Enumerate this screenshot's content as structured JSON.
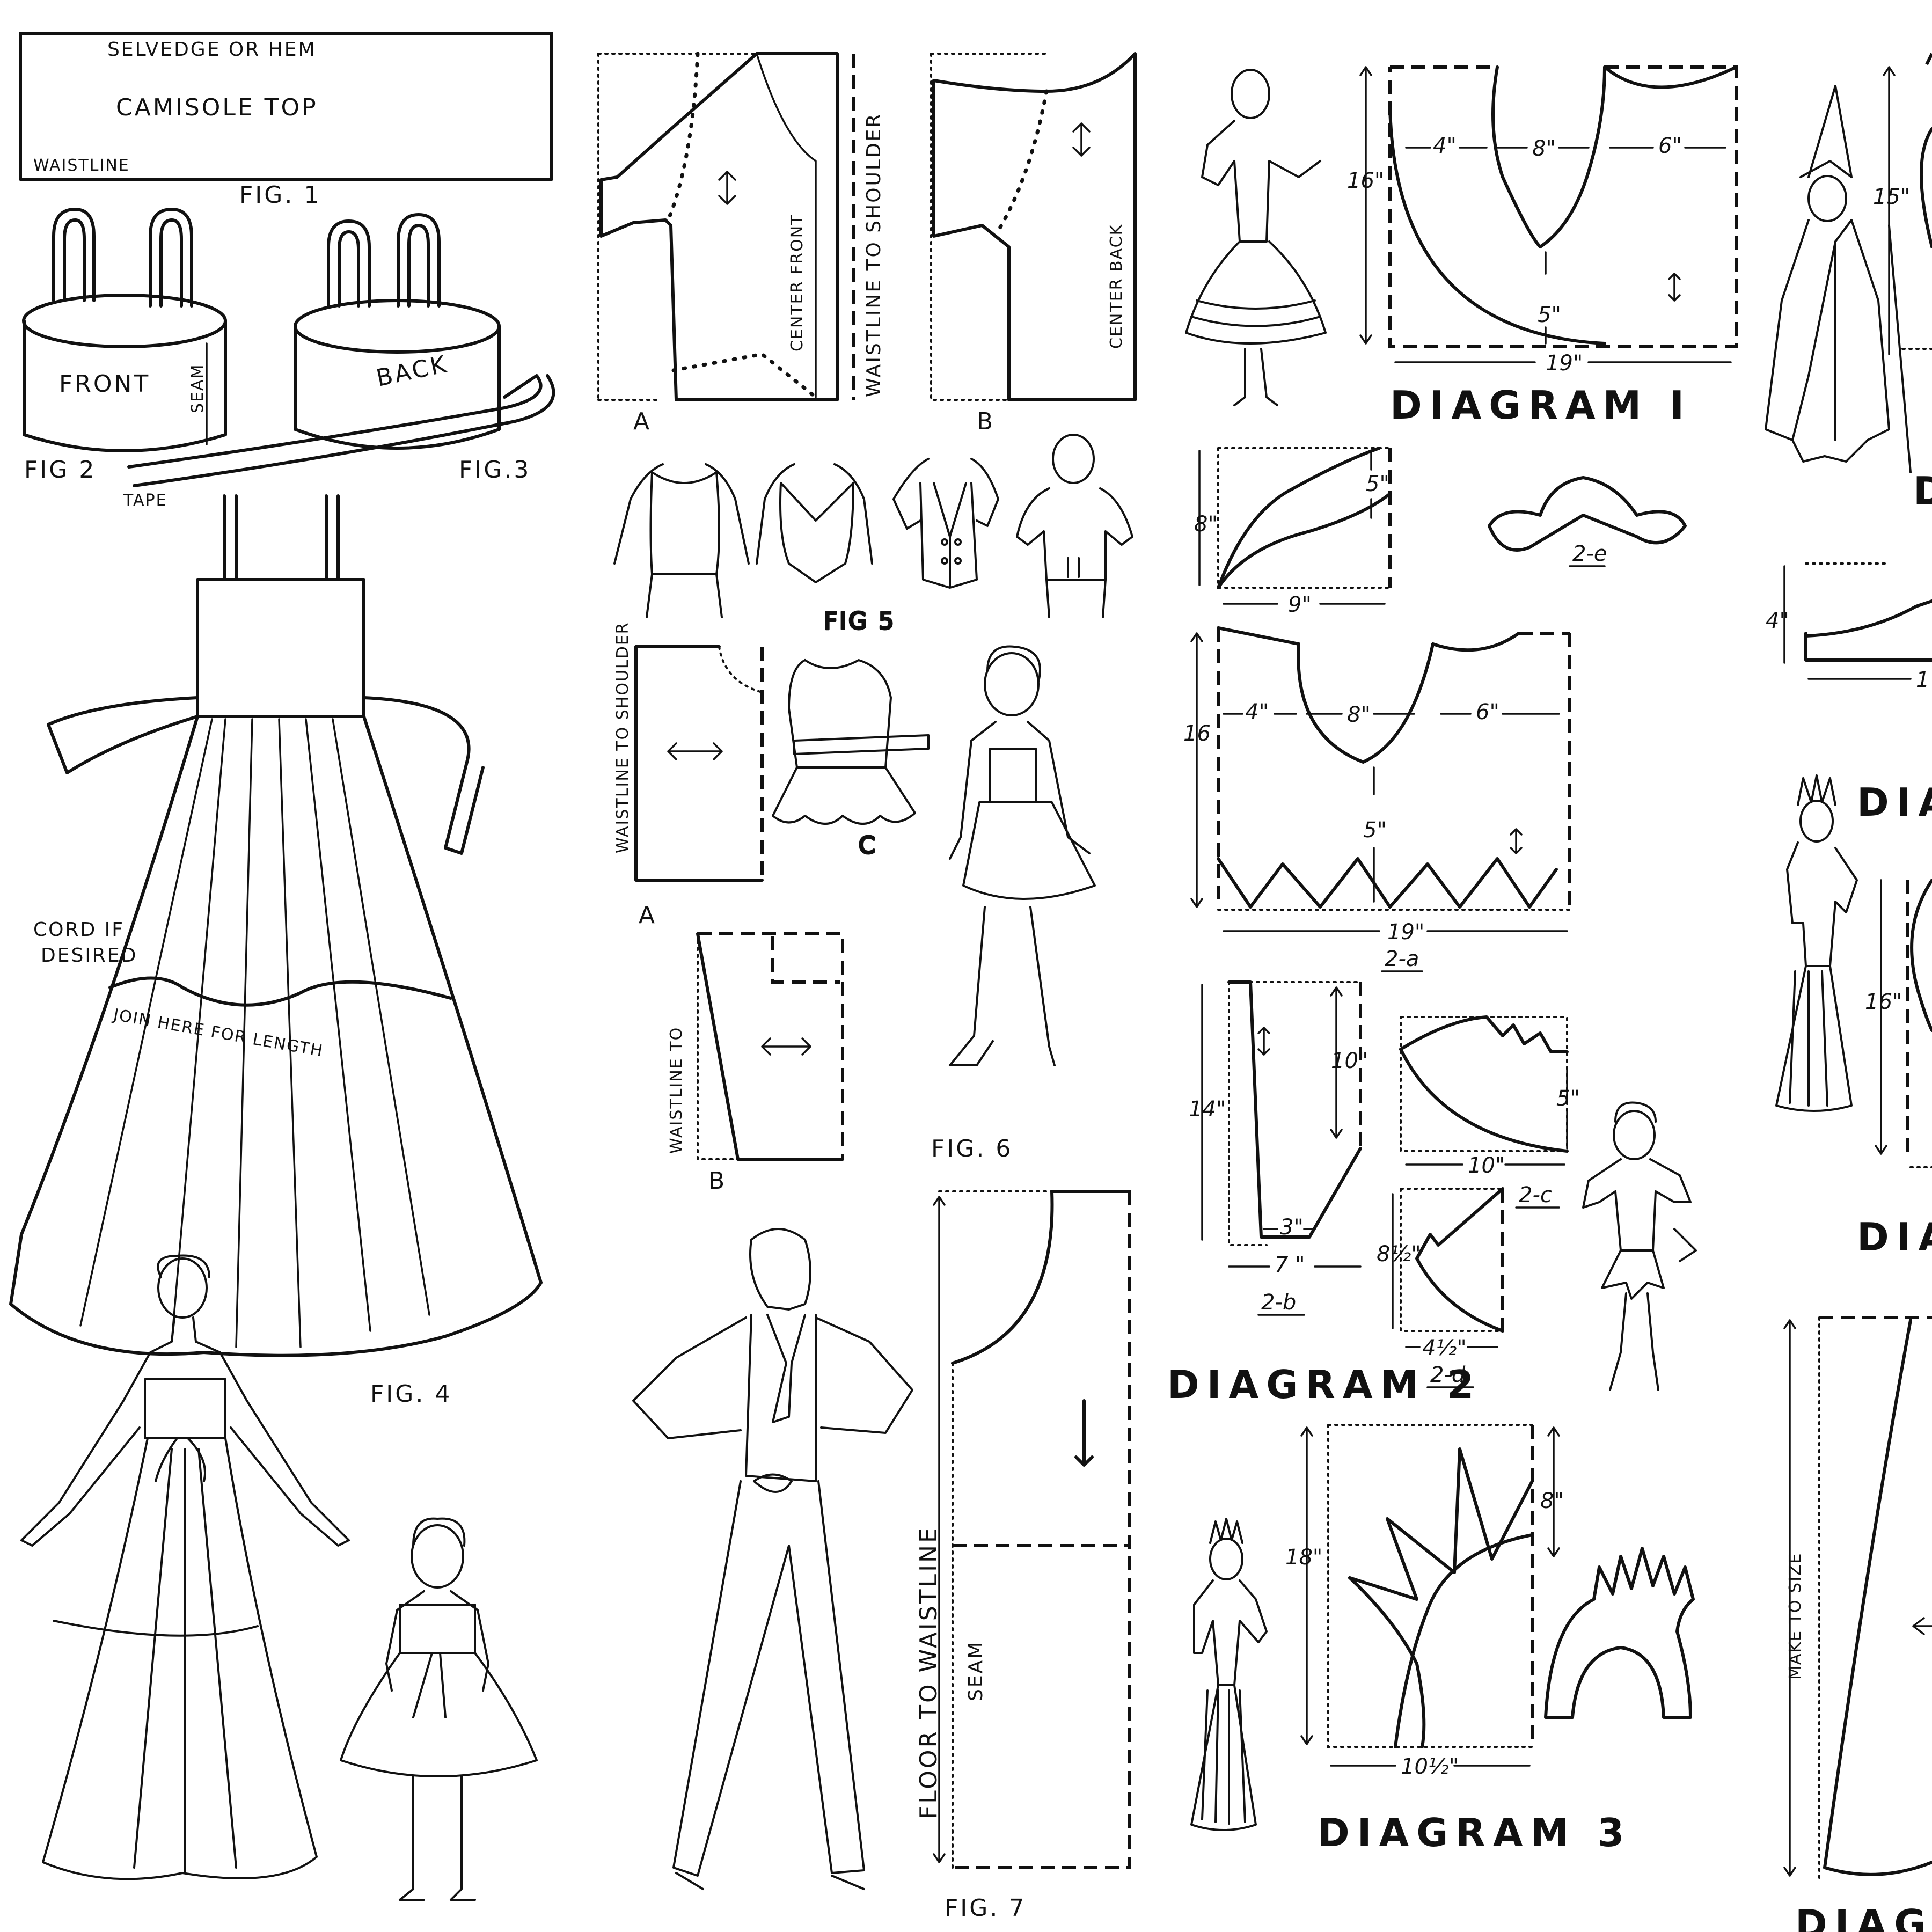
{
  "fig1": {
    "selvedge": "SELVEDGE  OR  HEM",
    "title": "CAMISOLE TOP",
    "waistline": "WAISTLINE",
    "caption": "FIG. 1"
  },
  "fig2": {
    "front": "FRONT",
    "seam": "SEAM",
    "caption": "FIG 2"
  },
  "fig3": {
    "back": "BACK",
    "caption": "FIG.3",
    "tape": "TAPE"
  },
  "fig4": {
    "cord": "CORD IF",
    "cord2": "DESIRED",
    "join": "JOIN HERE FOR LENGTH",
    "caption": "FIG. 4"
  },
  "bodice": {
    "center_front": "CENTER  FRONT",
    "waist_to_shoulder": "WAISTLINE TO SHOULDER",
    "center_back": "CENTER BACK",
    "label_a": "A",
    "label_b": "B"
  },
  "fig5": {
    "caption": "FIG 5"
  },
  "fig6": {
    "waist_to_shoulder": "WAISTLINE TO SHOULDER",
    "waistline_to": "WAISTLINE TO",
    "label_a": "A",
    "label_b": "B",
    "label_c": "C",
    "caption": "FIG. 6"
  },
  "fig7": {
    "floor_to_waist": "FLOOR  TO  WAISTLINE",
    "seam": "SEAM",
    "caption": "FIG. 7"
  },
  "diagram1": {
    "title": "DIAGRAM  I",
    "m_16": "16\"",
    "m_4": "4\"",
    "m_8": "8\"",
    "m_6": "6\"",
    "m_5": "5\"",
    "m_19": "19\""
  },
  "diagram2": {
    "title": "DIAGRAM 2",
    "m_8": "8\"",
    "m_5": "5\"",
    "m_9": "9\"",
    "label_e": "2-e",
    "m_16": "16",
    "m_4": "4\"",
    "m_8b": "8\"",
    "m_6": "6\"",
    "m_5b": "5\"",
    "m_19": "19\"",
    "label_a": "2-a",
    "m_14": "14\"",
    "m_10": "10\"",
    "m_3": "3\"",
    "m_7": "7 \"",
    "label_b": "2-b",
    "m_5c": "5\"",
    "m_10b": "10\"",
    "label_c": "2-c",
    "m_8half": "8½\"",
    "m_4half": "4½\"",
    "label_d": "2-d"
  },
  "diagram3": {
    "title": "DIAGRAM  3",
    "m_18": "18\"",
    "m_8": "8\"",
    "m_10half": "10½\""
  },
  "diagram_right": {
    "m_15": "15\"",
    "m_4": "4\"",
    "m_1": "1",
    "title_d": "D",
    "title_dia": "DIA",
    "m_16": "16\"",
    "title_diac": "DIAC",
    "make_to_size": "MAKE  TO  SIZE",
    "title_diag": "DIAG"
  }
}
